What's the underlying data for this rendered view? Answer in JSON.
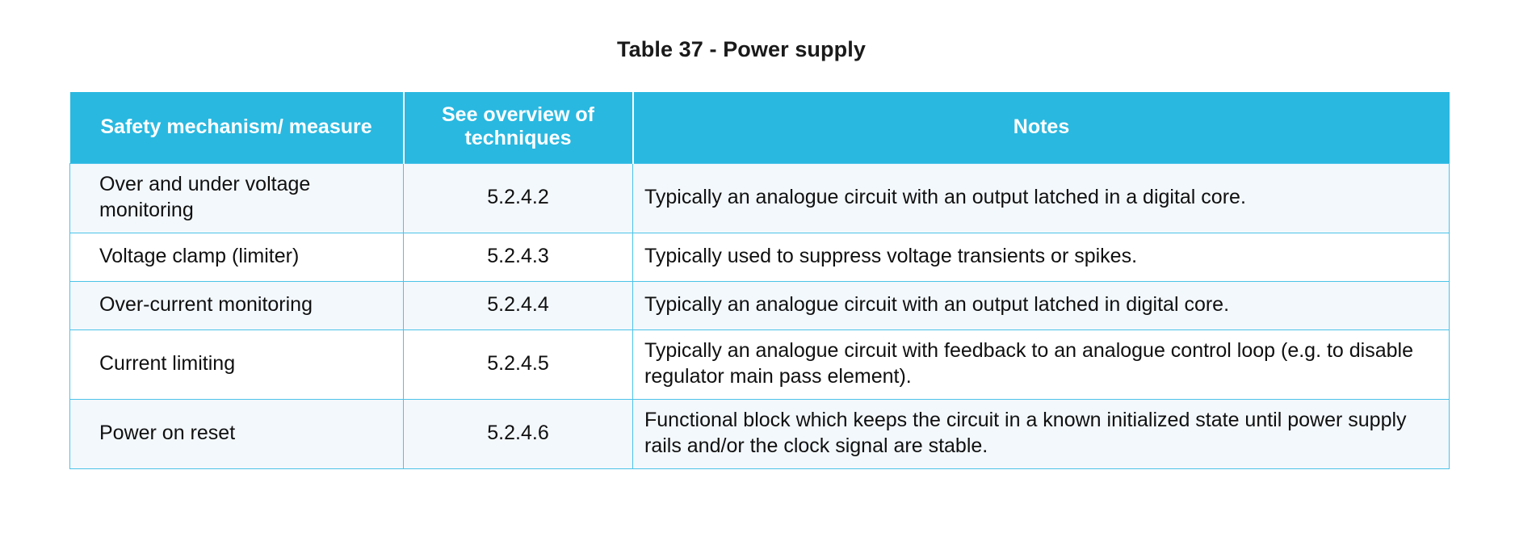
{
  "document": {
    "title": "Table 37 - Power supply"
  },
  "table": {
    "headers": [
      "Safety mechanism/ measure",
      "See overview of techniques",
      "Notes"
    ],
    "colors": {
      "header_background": "#29b8e0",
      "header_text": "#ffffff",
      "border": "#4cc3e8",
      "row_alt_background": "#f3f8fc",
      "row_background": "#ffffff",
      "body_text": "#101010"
    },
    "rows": [
      {
        "measure": "Over and under voltage monitoring",
        "reference": "5.2.4.2",
        "notes": "Typically an analogue circuit with an output latched in a digital core."
      },
      {
        "measure": "Voltage clamp (limiter)",
        "reference": "5.2.4.3",
        "notes": "Typically used to suppress voltage transients or spikes."
      },
      {
        "measure": "Over-current monitoring",
        "reference": "5.2.4.4",
        "notes": "Typically an analogue circuit with an output latched in digital core."
      },
      {
        "measure": "Current limiting",
        "reference": "5.2.4.5",
        "notes": "Typically an analogue circuit with feedback to an analogue control loop (e.g. to disable regulator main pass element)."
      },
      {
        "measure": "Power on reset",
        "reference": "5.2.4.6",
        "notes": "Functional block which keeps the circuit in a known initialized state until power supply rails and/or the clock signal are stable."
      }
    ]
  }
}
